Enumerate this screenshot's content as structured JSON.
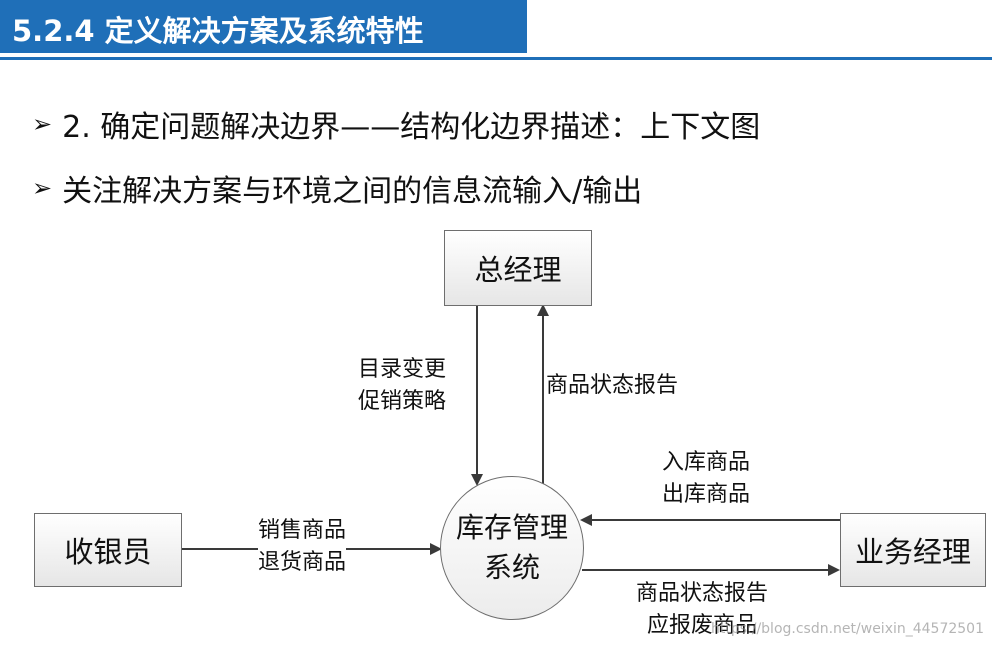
{
  "header": {
    "title": "5.2.4 定义解决方案及系统特性"
  },
  "bullets": [
    {
      "marker": "➢",
      "text": "2. 确定问题解决边界——结构化边界描述：上下文图"
    },
    {
      "marker": "➢",
      "text": "关注解决方案与环境之间的信息流输入/输出"
    }
  ],
  "diagram": {
    "nodes": {
      "general_manager": "总经理",
      "cashier": "收银员",
      "system_line1": "库存管理",
      "system_line2": "系统",
      "business_manager": "业务经理"
    },
    "flows": {
      "gm_to_system": [
        "目录变更",
        "促销策略"
      ],
      "system_to_gm": [
        "商品状态报告"
      ],
      "cashier_to_system": [
        "销售商品",
        "退货商品"
      ],
      "bm_to_system": [
        "入库商品",
        "出库商品"
      ],
      "system_to_bm": [
        "商品状态报告",
        "应报废商品"
      ]
    }
  },
  "watermark": "https://blog.csdn.net/weixin_44572501",
  "colors": {
    "accent": "#1f6fb8",
    "line": "#3a3a3a"
  }
}
